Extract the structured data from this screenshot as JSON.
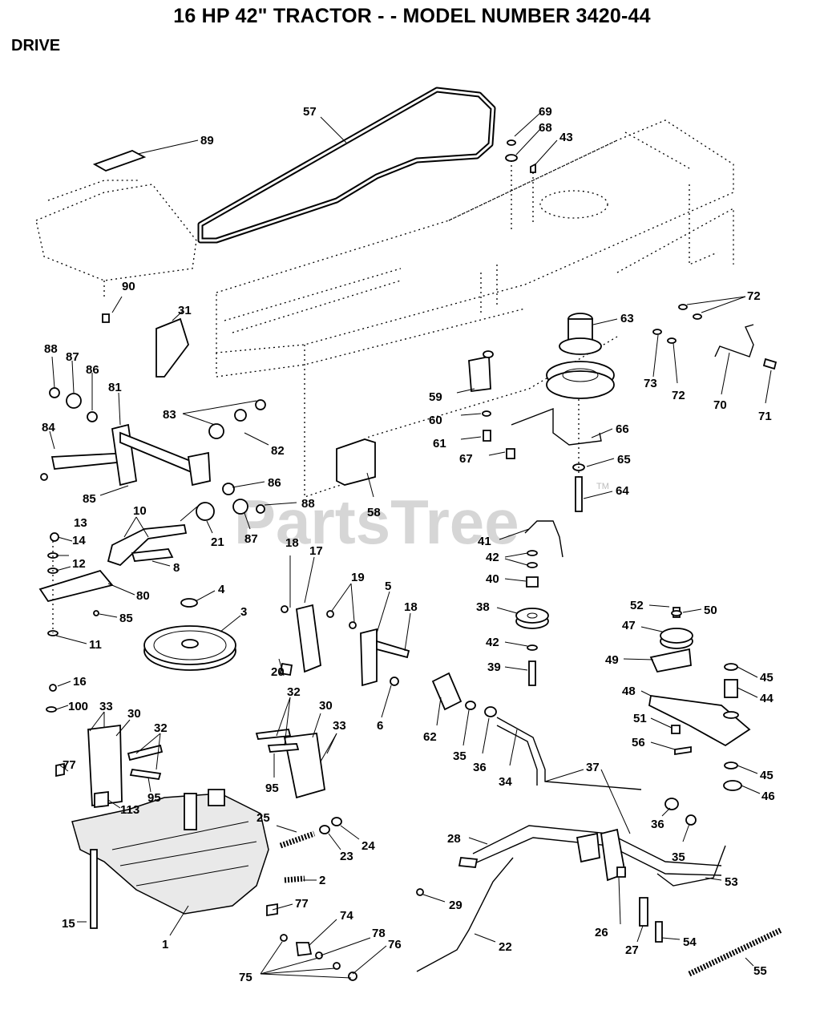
{
  "title": "16 HP 42\" TRACTOR - - MODEL NUMBER 3420-44",
  "section": "DRIVE",
  "watermark": {
    "text": "PartsTree",
    "tm": "TM"
  },
  "callouts": [
    "57",
    "89",
    "69",
    "68",
    "43",
    "90",
    "31",
    "88",
    "87",
    "86",
    "81",
    "83",
    "82",
    "84",
    "85",
    "86",
    "88",
    "87",
    "21",
    "10",
    "8",
    "13",
    "14",
    "12",
    "80",
    "85",
    "11",
    "4",
    "3",
    "18",
    "17",
    "19",
    "5",
    "18",
    "20",
    "6",
    "59",
    "60",
    "61",
    "67",
    "66",
    "65",
    "64",
    "58",
    "41",
    "42",
    "40",
    "38",
    "42",
    "39",
    "63",
    "73",
    "72",
    "72",
    "70",
    "71",
    "52",
    "50",
    "47",
    "49",
    "48",
    "51",
    "56",
    "45",
    "44",
    "45",
    "46",
    "16",
    "100",
    "33",
    "30",
    "32",
    "95",
    "77",
    "113",
    "32",
    "30",
    "33",
    "95",
    "25",
    "23",
    "24",
    "2",
    "15",
    "1",
    "77",
    "74",
    "78",
    "76",
    "75",
    "62",
    "35",
    "36",
    "34",
    "37",
    "28",
    "29",
    "22",
    "36",
    "35",
    "53",
    "26",
    "27",
    "54",
    "55"
  ]
}
